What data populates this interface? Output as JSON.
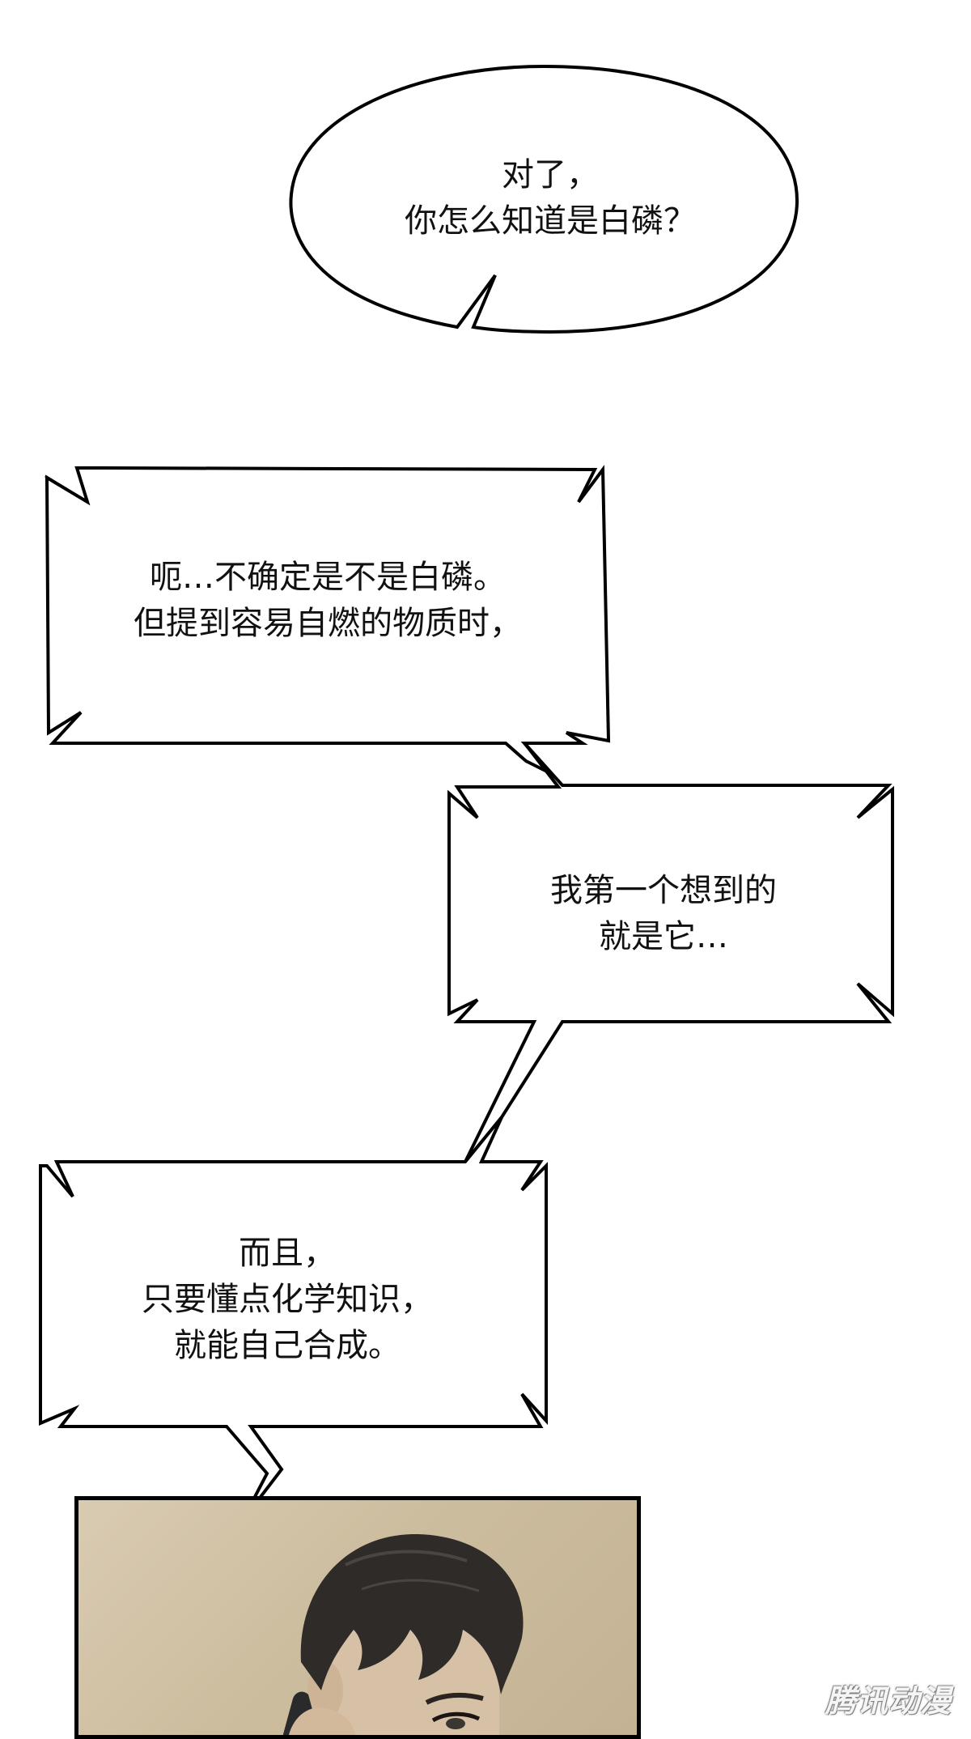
{
  "bubbles": [
    {
      "lines": [
        "对了，",
        "你怎么知道是白磷？"
      ]
    },
    {
      "lines": [
        "呃…不确定是不是白磷。",
        "但提到容易自燃的物质时，"
      ]
    },
    {
      "lines": [
        "我第一个想到的",
        "就是它…"
      ]
    },
    {
      "lines": [
        "而且，",
        "只要懂点化学知识，",
        "就能自己合成。"
      ]
    }
  ],
  "watermark": "腾讯动漫",
  "colors": {
    "outline": "#000000",
    "panel_background": "#cdbd9f",
    "hair": "#2e2b28",
    "skin": "#d7c1a6"
  }
}
